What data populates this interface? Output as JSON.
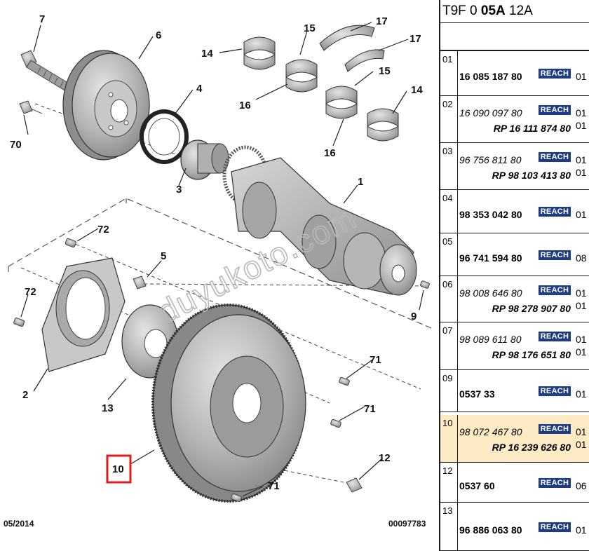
{
  "diagram": {
    "callouts": [
      "7",
      "6",
      "4",
      "70",
      "3",
      "14",
      "15",
      "17",
      "17",
      "15",
      "14",
      "16",
      "16",
      "1",
      "72",
      "5",
      "72",
      "2",
      "13",
      "71",
      "71",
      "9",
      "10",
      "12",
      "71"
    ],
    "watermark": "duyukoto.com",
    "date": "05/2014",
    "drawing_number": "00097783",
    "selected_callout": "10",
    "selected_color": "#d81e1e"
  },
  "parts_table": {
    "reference": {
      "prefix": "T9F 0 ",
      "bold": "05A",
      "suffix": " 12A"
    },
    "badge_label": "REACH",
    "badge_color": "#1e3c84",
    "highlight_color": "#fcebc4",
    "rows": [
      {
        "pos": "01",
        "ref": "16 085 187 80",
        "style": "bold",
        "rp": "",
        "qty": "01",
        "qty2": ""
      },
      {
        "pos": "02",
        "ref": "16 090 097 80",
        "style": "italic",
        "rp": "RP 16 111 874 80",
        "qty": "01",
        "qty2": "01"
      },
      {
        "pos": "03",
        "ref": "96 756 811 80",
        "style": "italic",
        "rp": "RP 98 103 413 80",
        "qty": "01",
        "qty2": "01"
      },
      {
        "pos": "04",
        "ref": "98 353 042 80",
        "style": "bold",
        "rp": "",
        "qty": "01",
        "qty2": ""
      },
      {
        "pos": "05",
        "ref": "96 741 594 80",
        "style": "bold",
        "rp": "",
        "qty": "08",
        "qty2": ""
      },
      {
        "pos": "06",
        "ref": "98 008 646 80",
        "style": "italic",
        "rp": "RP 98 278 907 80",
        "qty": "01",
        "qty2": "01"
      },
      {
        "pos": "07",
        "ref": "98 089 611 80",
        "style": "italic",
        "rp": "RP 98 176 651 80",
        "qty": "01",
        "qty2": "01"
      },
      {
        "pos": "09",
        "ref": "0537 33",
        "style": "bold",
        "rp": "",
        "qty": "01",
        "qty2": ""
      },
      {
        "pos": "10",
        "ref": "98 072 467 80",
        "style": "italic",
        "rp": "RP 16 239 626 80",
        "qty": "01",
        "qty2": "01",
        "highlight": true
      },
      {
        "pos": "12",
        "ref": "0537 60",
        "style": "bold",
        "rp": "",
        "qty": "06",
        "qty2": ""
      },
      {
        "pos": "13",
        "ref": "96 886 063 80",
        "style": "bold",
        "rp": "",
        "qty": "01",
        "qty2": ""
      }
    ]
  }
}
